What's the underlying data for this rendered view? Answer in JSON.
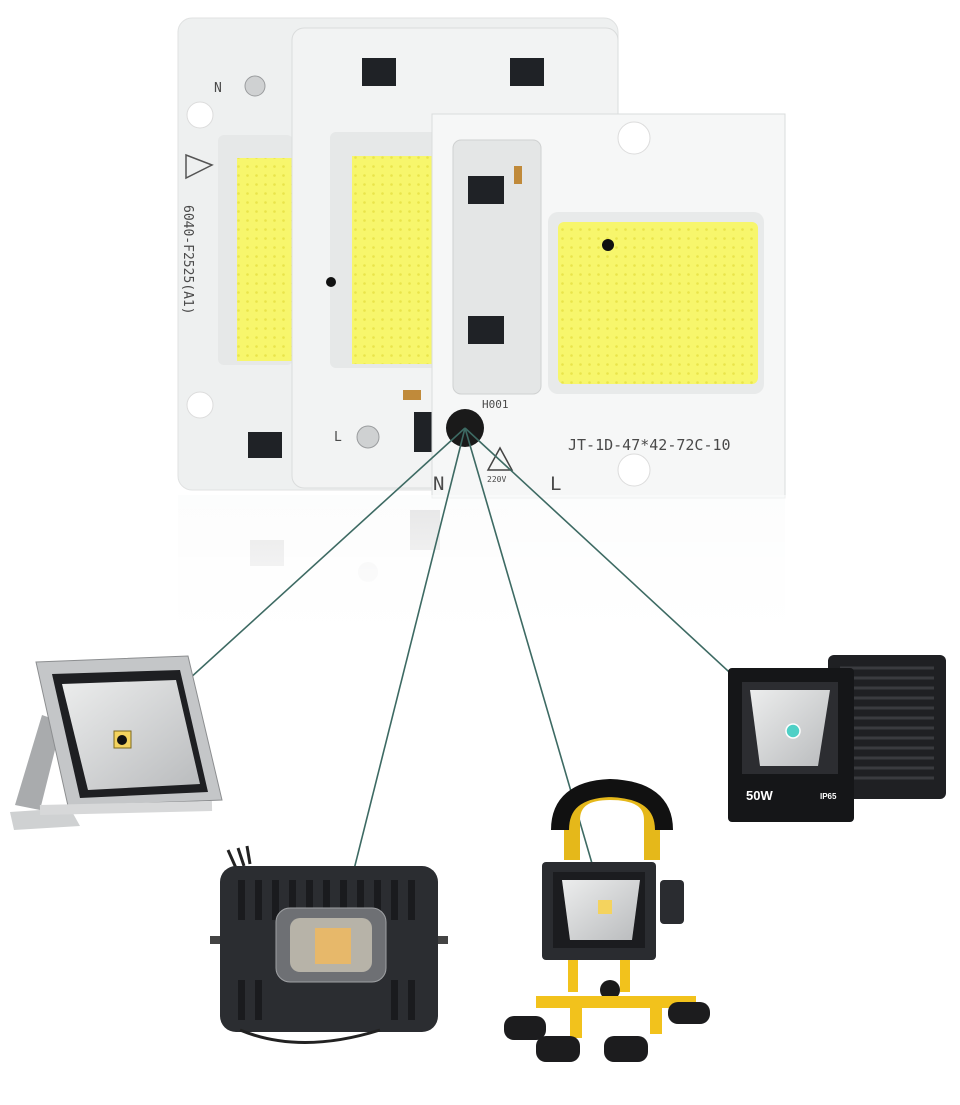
{
  "chips": {
    "back_board_code": "6040-F2525(A1)",
    "back_terminal_n": "N",
    "back_terminal_l": "L",
    "front_board_code": "JT-1D-47*42-72C-10",
    "front_small_code": "H001",
    "front_terminal_n": "N",
    "front_terminal_l": "L",
    "voltage_mark": "220V"
  },
  "floodlights": {
    "black_panel_wattage": "50W",
    "black_panel_rating": "IP65"
  },
  "colors": {
    "led_yellow": "#f6f56a",
    "board_white": "#f3f4f4",
    "connector_line": "#3d6a63",
    "dark_housing": "#222428",
    "yellow_stand": "#f2c21c"
  }
}
